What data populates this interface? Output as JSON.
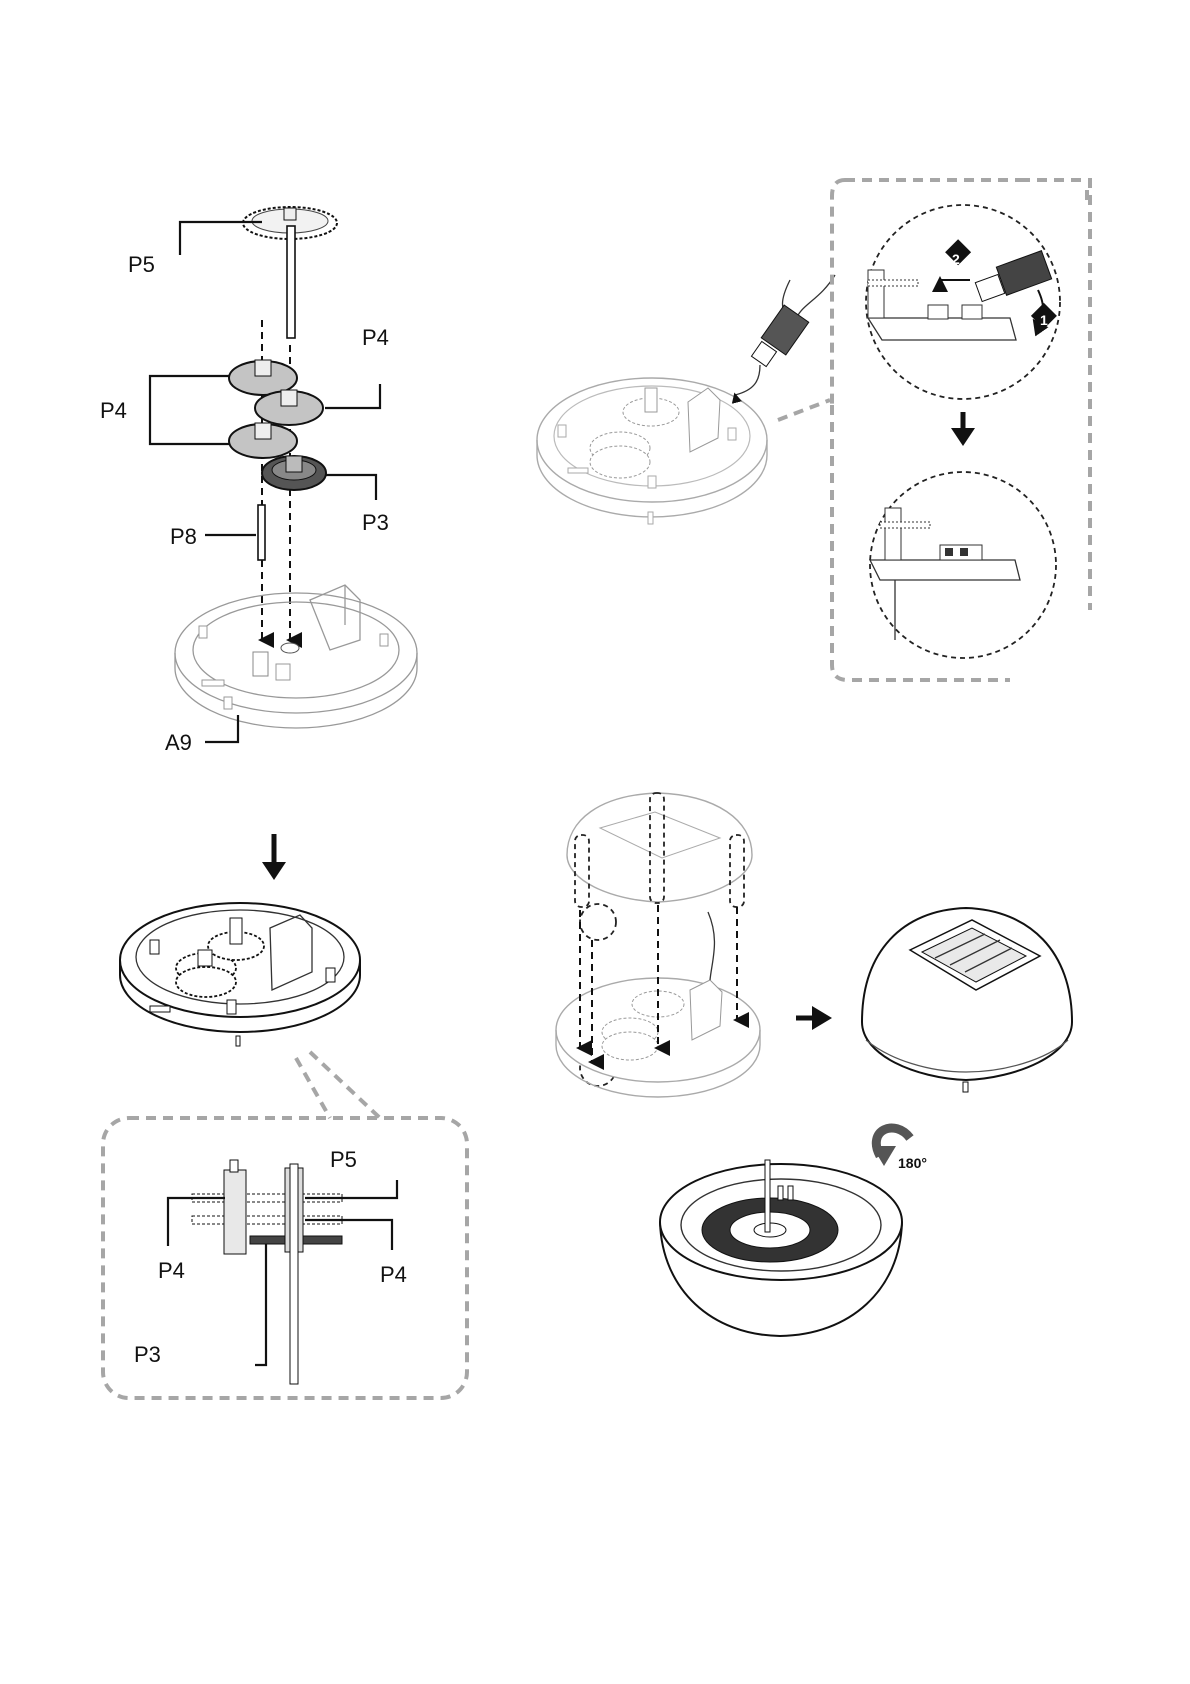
{
  "labels": {
    "p5_top": "P5",
    "p4_right": "P4",
    "p4_left": "P4",
    "p8": "P8",
    "p3": "P3",
    "a9": "A9",
    "detail_p5": "P5",
    "detail_p4_left": "P4",
    "detail_p4_right": "P4",
    "detail_p3": "P3",
    "step_1": "1",
    "step_2": "2",
    "rotate": "180°"
  },
  "icons": [
    "down-arrow-icon",
    "right-arrow-icon",
    "rotate-180-icon"
  ],
  "colors": {
    "line": "#111111",
    "gear_gray": "#bdbdbd",
    "gear_dark": "#555555",
    "callout_border": "#a6a6a6"
  }
}
